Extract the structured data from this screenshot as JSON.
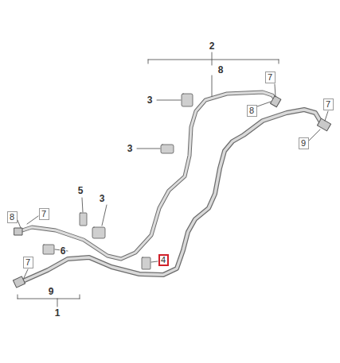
{
  "diagram": {
    "nodes": [
      {
        "text": [
          "7"
        ]
      },
      {
        "text": [
          "8"
        ]
      },
      {
        "text": [
          "7"
        ]
      },
      {
        "text": [
          "9"
        ]
      },
      {
        "text": [
          "8"
        ]
      },
      {
        "text": [
          "7"
        ]
      },
      {
        "text": [
          "7"
        ]
      },
      {
        "text": [
          "4"
        ]
      }
    ],
    "labels": [
      "2",
      "8",
      "3",
      "3",
      "5",
      "3",
      "6",
      "9",
      "1"
    ]
  }
}
